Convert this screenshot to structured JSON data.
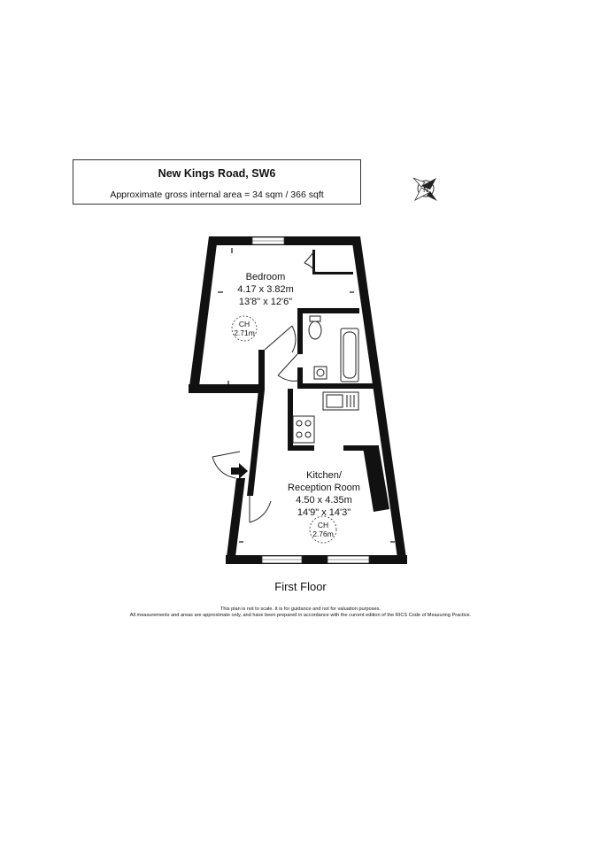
{
  "header": {
    "title": "New Kings Road, SW6",
    "area": "Approximate gross internal area = 34 sqm / 366 sqft"
  },
  "compass": {
    "icon": "north-compass-icon",
    "letter": "N"
  },
  "rooms": {
    "bedroom": {
      "name": "Bedroom",
      "metric": "4.17 x 3.82m",
      "imperial": "13'8\" x 12'6\"",
      "ch_label": "CH",
      "ch_value": "2.71m"
    },
    "kitchen": {
      "name_line1": "Kitchen/",
      "name_line2": "Reception Room",
      "metric": "4.50 x 4.35m",
      "imperial": "14'9\" x 14'3\"",
      "ch_label": "CH",
      "ch_value": "2.76m"
    }
  },
  "floor": {
    "label": "First Floor"
  },
  "disclaimer": {
    "line1": "This plan is not to scale. It is for guidance and not for valuation purposes.",
    "line2": "All measurements and areas are approximate only, and have been prepared in accordance with the current edition of the RICS Code of Measuring Practice."
  }
}
